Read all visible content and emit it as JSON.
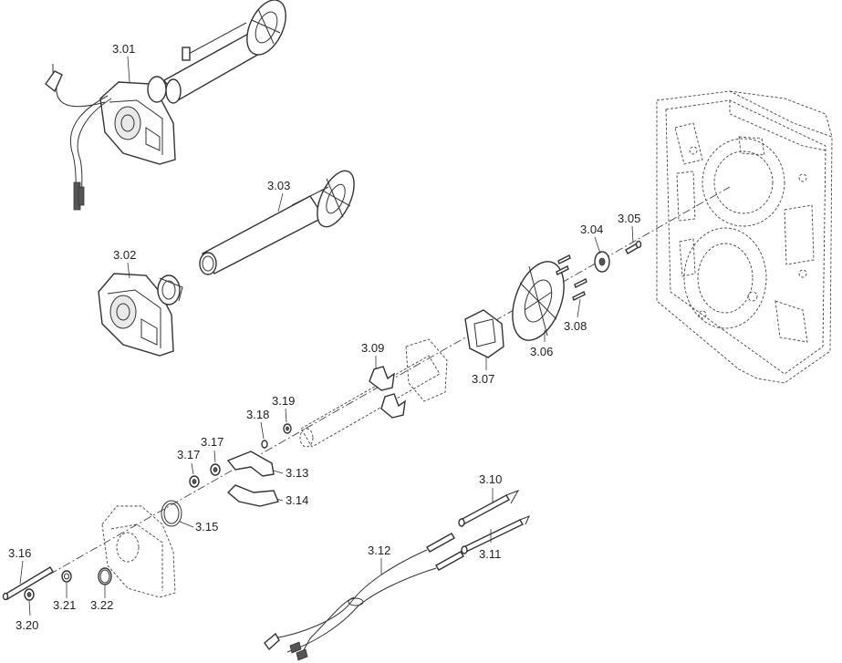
{
  "diagram": {
    "labels": {
      "p301": "3.01",
      "p302": "3.02",
      "p303": "3.03",
      "p304": "3.04",
      "p305": "3.05",
      "p306": "3.06",
      "p307": "3.07",
      "p308": "3.08",
      "p309": "3.09",
      "p310": "3.10",
      "p311": "3.11",
      "p312": "3.12",
      "p313": "3.13",
      "p314": "3.14",
      "p315": "3.15",
      "p316": "3.16",
      "p317a": "3.17",
      "p317b": "3.17",
      "p318": "3.18",
      "p319": "3.19",
      "p320": "3.20",
      "p321": "3.21",
      "p322": "3.22"
    }
  }
}
